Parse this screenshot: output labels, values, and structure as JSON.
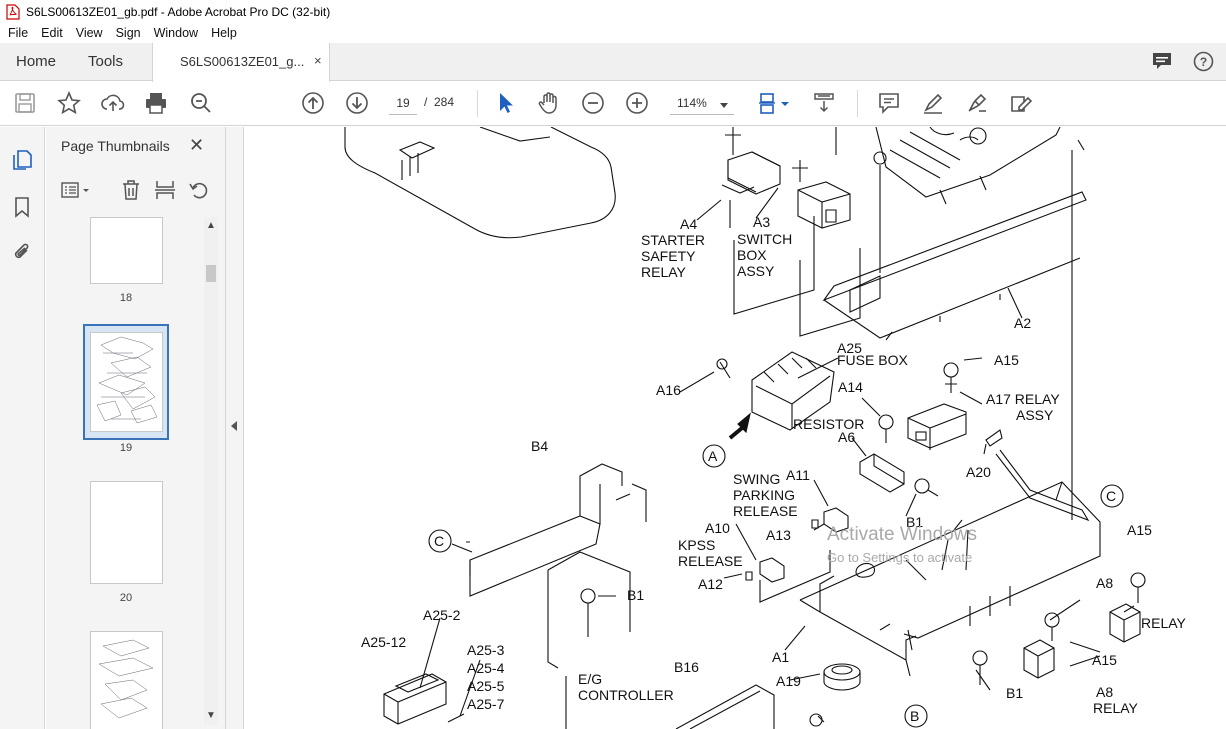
{
  "window": {
    "title": "S6LS00613ZE01_gb.pdf - Adobe Acrobat Pro DC (32-bit)"
  },
  "menu": [
    "File",
    "Edit",
    "View",
    "Sign",
    "Window",
    "Help"
  ],
  "tabs": {
    "home": "Home",
    "tools": "Tools",
    "document": "S6LS00613ZE01_g...",
    "close": "×"
  },
  "toolbar": {
    "current_page": "19",
    "separator": "/",
    "total_pages": "284",
    "zoom": "114%",
    "icons": [
      "save-icon",
      "star-icon",
      "upload-icon",
      "print-icon",
      "zoom-search-icon",
      "page-up-icon",
      "page-down-icon",
      "select-cursor-icon",
      "hand-icon",
      "zoom-out-icon",
      "zoom-in-icon",
      "page-view-icon",
      "scroll-mode-icon",
      "comment-icon",
      "highlight-icon",
      "sign-icon",
      "fill-sign-icon"
    ]
  },
  "sidebar": {
    "title": "Page Thumbnails",
    "close": "✕",
    "thumbnails": [
      {
        "page": "18",
        "selected": false
      },
      {
        "page": "19",
        "selected": true
      },
      {
        "page": "20",
        "selected": false
      }
    ]
  },
  "diagram_labels": {
    "a4": "A4",
    "a4_1": "STARTER",
    "a4_2": "SAFETY",
    "a4_3": "RELAY",
    "a3": "A3",
    "a3_1": "SWITCH",
    "a3_2": "BOX",
    "a3_3": "ASSY",
    "a2": "A2",
    "a25": "A25",
    "a25_name": "FUSE BOX",
    "a15_top": "A15",
    "a16": "A16",
    "a14": "A14",
    "a17": "A17 RELAY",
    "a17_2": "ASSY",
    "resistor": "RESISTOR",
    "a6": "A6",
    "circle_a": "A",
    "a20": "A20",
    "b4": "B4",
    "swing_1": "SWING",
    "swing_2": "PARKING",
    "swing_3": "RELEASE",
    "a11": "A11",
    "b1_mid": "B1",
    "circle_c_right": "C",
    "circle_c_left": "C",
    "a13": "A13",
    "a10": "A10",
    "kpss_1": "KPSS",
    "kpss_2": "RELEASE",
    "a12": "A12",
    "a15_right": "A15",
    "a8_top": "A8",
    "relay_right": "RELAY",
    "b1_left": "B1",
    "a25_2": "A25-2",
    "a25_12": "A25-12",
    "a25_3": "A25-3",
    "a25_4": "A25-4",
    "a25_5": "A25-5",
    "a25_7": "A25-7",
    "a1": "A1",
    "eg_1": "E/G",
    "eg_2": "CONTROLLER",
    "b16": "B16",
    "a19": "A19",
    "circle_b": "B",
    "b1_bottom": "B1",
    "a15_bottom": "A15",
    "a8_bottom": "A8",
    "relay_bottom": "RELAY"
  },
  "watermark": {
    "title": "Activate Windows",
    "subtitle": "Go to Settings to activate"
  }
}
